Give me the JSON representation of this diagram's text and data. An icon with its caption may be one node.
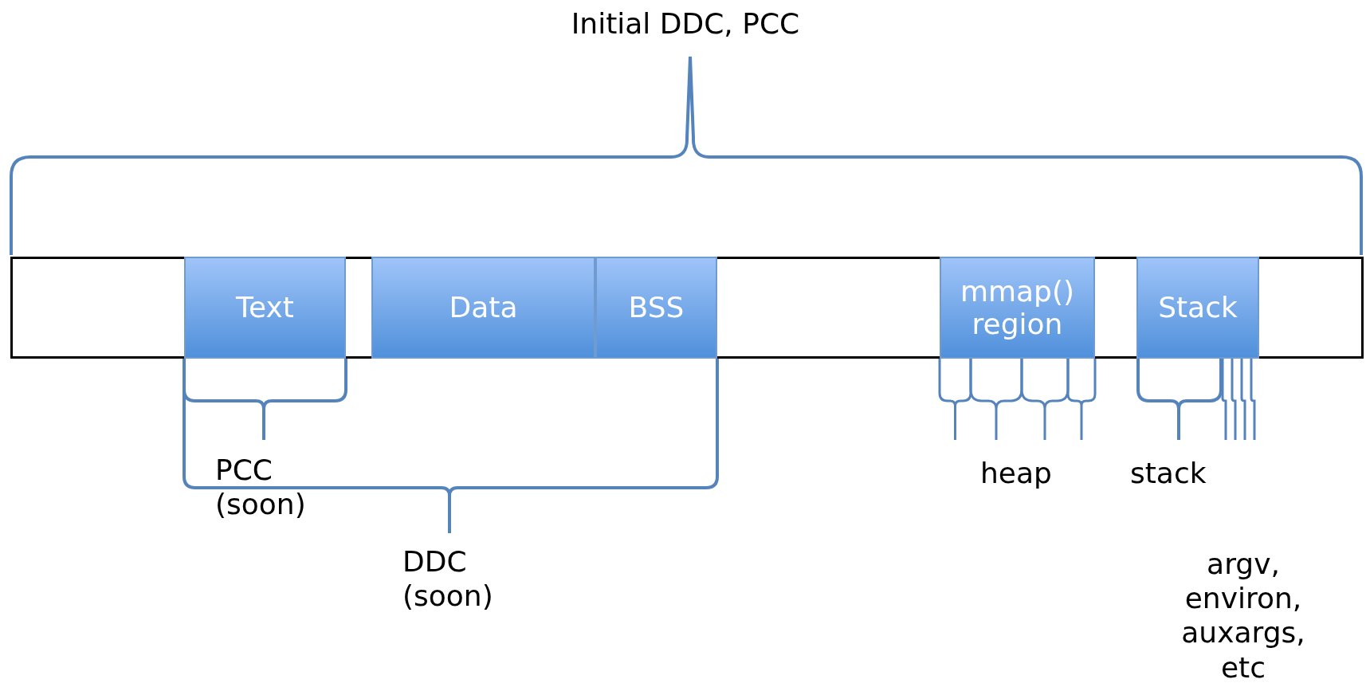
{
  "diagram": {
    "nodes": [
      {
        "text": [],
        "shape": "box"
      },
      {
        "text": [
          "Text"
        ],
        "in": 0
      },
      {
        "text": [
          "Data"
        ],
        "in": 0
      },
      {
        "text": [
          "BSS"
        ],
        "in": 0
      },
      {
        "text": [
          "mmap() region"
        ],
        "in": 0
      },
      {
        "text": [
          "Stack"
        ],
        "in": 0
      }
    ],
    "labels": [
      "Initial DDC, PCC",
      "PCC (soon)",
      "DDC (soon)",
      "heap",
      "stack",
      "argv, environ, auxargs, etc"
    ]
  }
}
